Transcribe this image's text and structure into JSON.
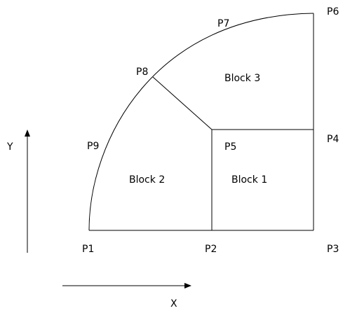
{
  "points": {
    "p1": "P1",
    "p2": "P2",
    "p3": "P3",
    "p4": "P4",
    "p5": "P5",
    "p6": "P6",
    "p7": "P7",
    "p8": "P8",
    "p9": "P9"
  },
  "blocks": {
    "block1": "Block 1",
    "block2": "Block 2",
    "block3": "Block 3"
  },
  "axes": {
    "x_label": "X",
    "y_label": "Y"
  },
  "colors": {
    "stroke": "#000000",
    "background": "#ffffff"
  }
}
